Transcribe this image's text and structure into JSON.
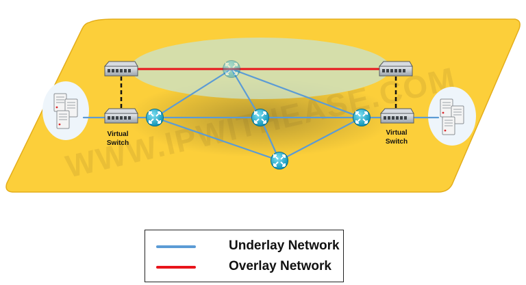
{
  "watermark": "WWW.IPWITHEASE.COM",
  "switches": {
    "left_label_line1": "Virtual",
    "left_label_line2": "Switch",
    "right_label_line1": "Virtual",
    "right_label_line2": "Switch"
  },
  "legend": {
    "underlay": {
      "label": "Underlay Network",
      "color": "#5b9bd5"
    },
    "overlay": {
      "label": "Overlay Network",
      "color": "#e8141b"
    }
  },
  "colors": {
    "plane": "#fccf3a",
    "router": "#19b7d6",
    "overlay_ellipse": "#c8e3d0",
    "server_bubble": "#eef5fb"
  }
}
